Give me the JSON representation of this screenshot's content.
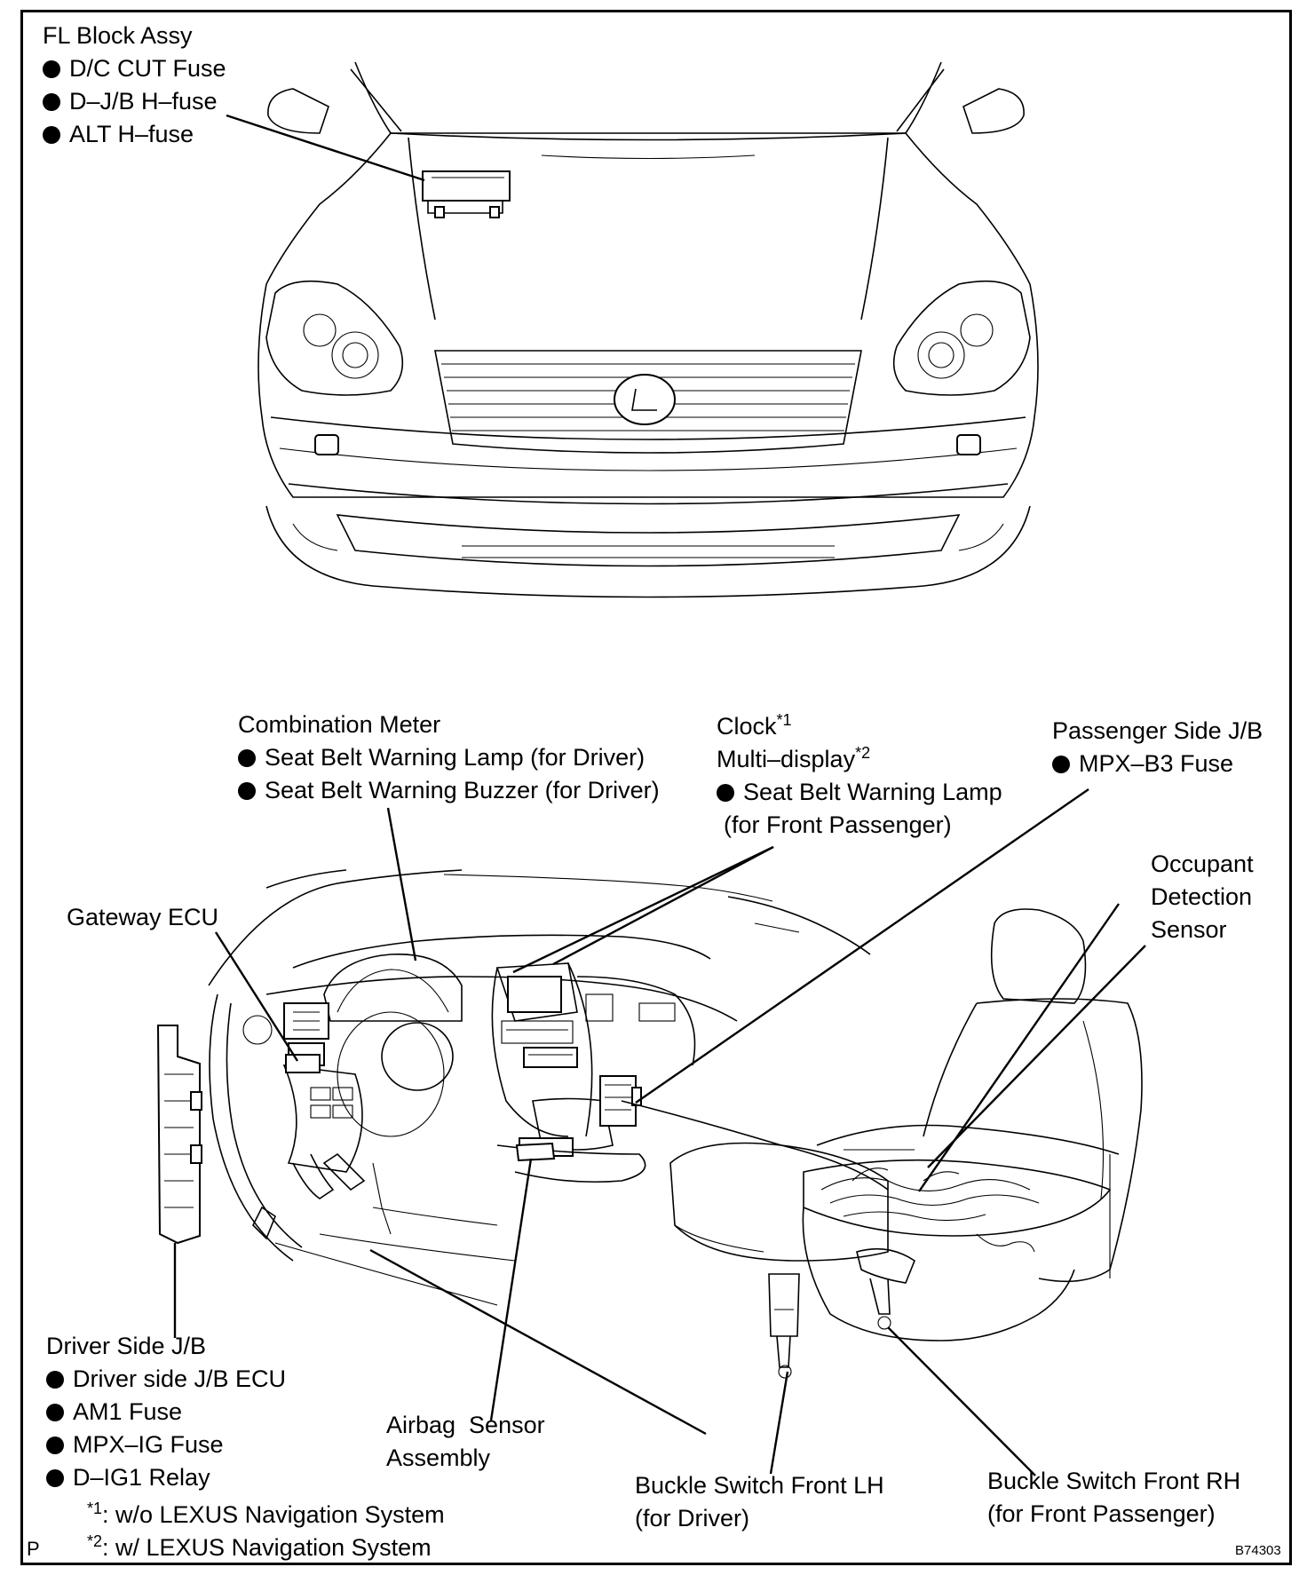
{
  "labels": {
    "fl_block": {
      "title": "FL Block Assy",
      "items": [
        "D/C CUT Fuse",
        "D–J/B H–fuse",
        "ALT H–fuse"
      ]
    },
    "combination_meter": {
      "title": "Combination Meter",
      "items": [
        "Seat Belt Warning Lamp (for Driver)",
        "Seat Belt Warning Buzzer (for Driver)"
      ]
    },
    "clock": {
      "line1": "Clock",
      "line1_sup": "*1",
      "line2": "Multi–display",
      "line2_sup": "*2",
      "item": "Seat Belt Warning Lamp",
      "item_cont": "(for Front Passenger)"
    },
    "passenger_jb": {
      "title": "Passenger Side J/B",
      "items": [
        "MPX–B3 Fuse"
      ]
    },
    "occupant_sensor": {
      "lines": [
        "Occupant",
        "Detection",
        "Sensor"
      ]
    },
    "gateway_ecu": {
      "title": "Gateway ECU"
    },
    "driver_jb": {
      "title": "Driver Side J/B",
      "items": [
        "Driver side J/B ECU",
        "AM1 Fuse",
        "MPX–IG Fuse",
        "D–IG1 Relay"
      ]
    },
    "airbag_sensor": {
      "lines": [
        "Airbag  Sensor",
        "Assembly"
      ]
    },
    "buckle_lh": {
      "lines": [
        "Buckle Switch Front LH",
        "(for Driver)"
      ]
    },
    "buckle_rh": {
      "lines": [
        "Buckle Switch Front RH",
        "(for Front Passenger)"
      ]
    }
  },
  "footnotes": [
    {
      "mark": "*1",
      "text": ": w/o LEXUS Navigation System"
    },
    {
      "mark": "*2",
      "text": ": w/ LEXUS Navigation System"
    }
  ],
  "corner_marks": {
    "left": "P",
    "right": "B74303"
  }
}
